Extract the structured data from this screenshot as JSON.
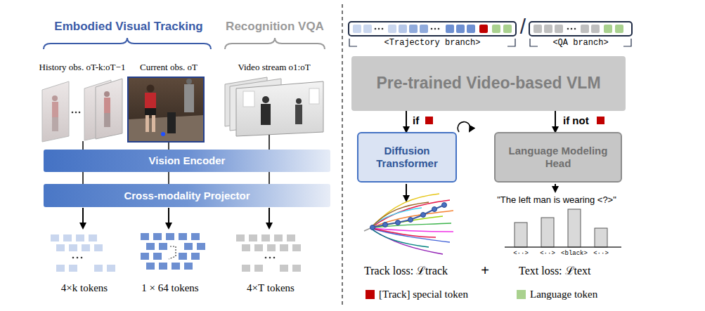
{
  "diagram": {
    "nodes": [
      {
        "text": [
          "Vision Encoder"
        ]
      },
      {
        "text": [
          "Cross-modality Projector"
        ]
      },
      {
        "text": [
          "<Trajectory branch>"
        ]
      },
      {
        "text": [
          "<QA branch>"
        ]
      },
      {
        "text": [
          "Pre-trained Video-based VLM"
        ]
      },
      {
        "text": [
          "Diffusion Transformer"
        ]
      },
      {
        "text": [
          "Language Modeling Head"
        ]
      }
    ],
    "edges": [
      {
        "from": 0,
        "to": 1,
        "arrow": "none"
      },
      {
        "from": 0,
        "to": 1,
        "arrow": "none"
      },
      {
        "from": 0,
        "to": 1,
        "arrow": "none"
      },
      {
        "from": 4,
        "to": 5,
        "label": "if",
        "arrow": "to"
      },
      {
        "from": 4,
        "to": 6,
        "label": "if not",
        "arrow": "to"
      }
    ],
    "labels": [
      "Embodied Visual Tracking",
      "Recognition VQA",
      "History obs. oT-k:oT−1",
      "Current obs. oT",
      "Video stream o1:oT",
      "4×k tokens",
      "1 × 64 tokens",
      "4×T tokens",
      "/",
      "\"The left man is wearing <?>\"",
      "<··>",
      "<··>",
      "<black>",
      "<··>",
      "Track loss: ℒtrack",
      "+",
      "Text loss: ℒtext"
    ],
    "legend": [
      {
        "text": "[Track] special token",
        "color": "#c00000"
      },
      {
        "text": "Language token",
        "color": "#a9d18e"
      }
    ]
  }
}
